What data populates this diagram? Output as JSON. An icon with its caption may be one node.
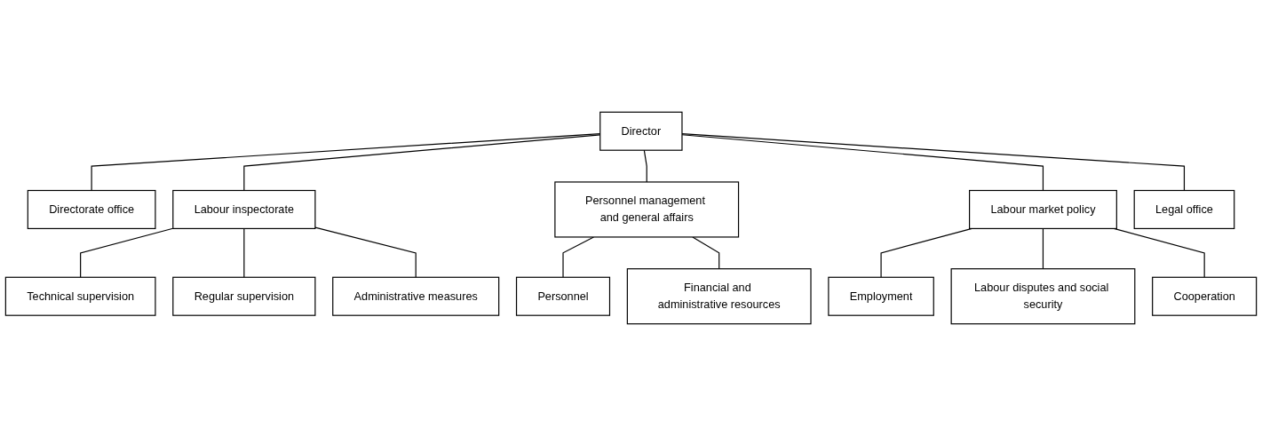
{
  "diagram": {
    "nodes": [
      {
        "text": [
          "Director"
        ]
      },
      {
        "text": [
          "Directorate office"
        ]
      },
      {
        "text": [
          "Legal office"
        ]
      },
      {
        "text": [
          "Labour inspectorate"
        ]
      },
      {
        "text": [
          "Personnel management and general affairs"
        ]
      },
      {
        "text": [
          "Labour market policy"
        ]
      },
      {
        "text": [
          "Technical supervision"
        ]
      },
      {
        "text": [
          "Regular supervision"
        ]
      },
      {
        "text": [
          "Administrative measures"
        ]
      },
      {
        "text": [
          "Personnel"
        ]
      },
      {
        "text": [
          "Financial and administrative resources"
        ]
      },
      {
        "text": [
          "Employment"
        ]
      },
      {
        "text": [
          "Labour disputes and social security"
        ]
      },
      {
        "text": [
          "Cooperation"
        ]
      }
    ],
    "edges": [
      {
        "from": 0,
        "to": 1,
        "arrow": "none"
      },
      {
        "from": 0,
        "to": 2,
        "arrow": "none"
      },
      {
        "from": 0,
        "to": 3,
        "arrow": "none"
      },
      {
        "from": 0,
        "to": 4,
        "arrow": "none"
      },
      {
        "from": 0,
        "to": 5,
        "arrow": "none"
      },
      {
        "from": 3,
        "to": 6,
        "arrow": "none"
      },
      {
        "from": 3,
        "to": 7,
        "arrow": "none"
      },
      {
        "from": 3,
        "to": 8,
        "arrow": "none"
      },
      {
        "from": 4,
        "to": 9,
        "arrow": "none"
      },
      {
        "from": 4,
        "to": 10,
        "arrow": "none"
      },
      {
        "from": 5,
        "to": 11,
        "arrow": "none"
      },
      {
        "from": 5,
        "to": 12,
        "arrow": "none"
      },
      {
        "from": 5,
        "to": 13,
        "arrow": "none"
      }
    ]
  }
}
